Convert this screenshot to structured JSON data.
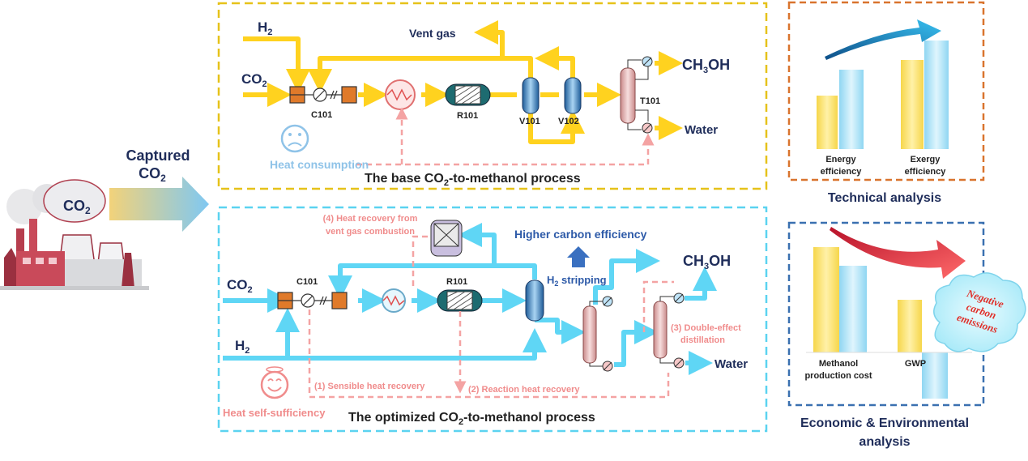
{
  "left": {
    "plant_co2_label": "CO",
    "plant_co2_sub": "2",
    "captured_line1": "Captured",
    "captured_line2": "CO",
    "captured_sub": "2"
  },
  "base_process": {
    "title_pre": "The base CO",
    "title_sub": "2",
    "title_post": "-to-methanol process",
    "h2": "H",
    "h2_sub": "2",
    "co2": "CO",
    "co2_sub": "2",
    "vent_gas": "Vent gas",
    "c101": "C101",
    "r101": "R101",
    "v101": "V101",
    "v102": "V102",
    "t101": "T101",
    "ch3oh_a": "CH",
    "ch3oh_sub": "3",
    "ch3oh_b": "OH",
    "water": "Water",
    "heat_consumption": "Heat consumption"
  },
  "optimized_process": {
    "title_pre": "The optimized CO",
    "title_sub": "2",
    "title_post": "-to-methanol process",
    "co2": "CO",
    "co2_sub": "2",
    "h2": "H",
    "h2_sub": "2",
    "c101": "C101",
    "r101": "R101",
    "heat_recovery_line1": "(4) Heat recovery from",
    "heat_recovery_line2": "vent gas combustion",
    "higher_carbon": "Higher carbon efficiency",
    "h2_stripping_pre": "H",
    "h2_stripping_sub": "2",
    "h2_stripping_post": " stripping",
    "ch3oh_a": "CH",
    "ch3oh_sub": "3",
    "ch3oh_b": "OH",
    "water": "Water",
    "sensible": "(1) Sensible heat recovery",
    "reaction": "(2) Reaction heat recovery",
    "double_line1": "(3) Double-effect",
    "double_line2": "distillation",
    "heat_self": "Heat self-sufficiency"
  },
  "technical": {
    "title": "Technical analysis",
    "energy_line1": "Energy",
    "energy_line2": "efficiency",
    "exergy_line1": "Exergy",
    "exergy_line2": "efficiency"
  },
  "economic": {
    "title_line1": "Economic & Environmental",
    "title_line2": "analysis",
    "cost_line1": "Methanol",
    "cost_line2": "production cost",
    "gwp": "GWP",
    "cloud_line1": "Negative",
    "cloud_line2": "carbon",
    "cloud_line3": "emissions"
  },
  "colors": {
    "base_box": "#e6c21a",
    "opt_box": "#5bd3f0",
    "tech_box": "#d9742e",
    "econ_box": "#3a70b0",
    "yellow_stream": "#ffd21f",
    "cyan_stream": "#5fd6f5",
    "heat_line": "#f4a3a3",
    "navy_text": "#1f2d5a"
  }
}
